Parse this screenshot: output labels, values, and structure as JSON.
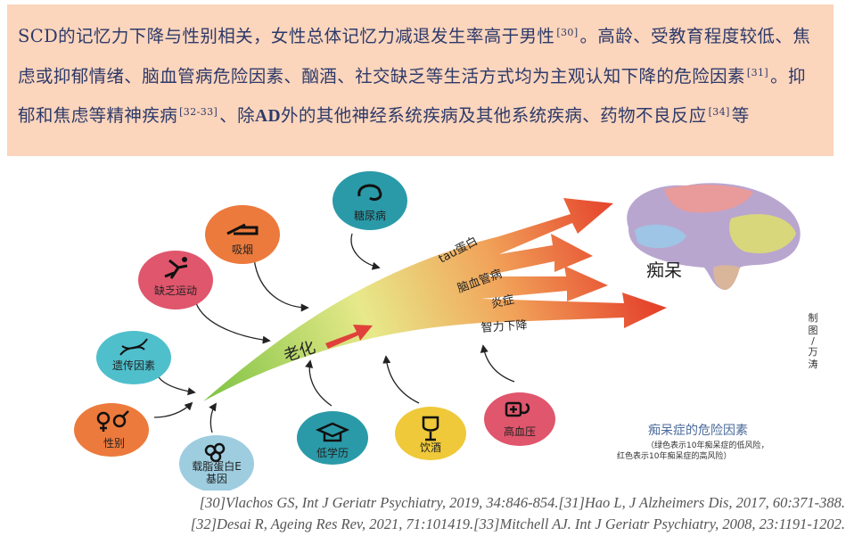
{
  "paragraph": {
    "s1": "SCD的记忆力下降与性别相关，女性总体记忆力减退发生率高于男性",
    "r1": "[30]",
    "s2": "。高龄、受教育程度较低、焦虑或抑郁情绪、脑血管病危险因素、酗酒、社交缺乏等生活方式均为主观认知下降的危险因素",
    "r2": "[31]",
    "s3": "。抑郁和焦虑等精神疾病",
    "r3": "[32-33]",
    "s4": "、除",
    "ad": "AD",
    "s5": "外的其他神经系统疾病及其他系统疾病、药物不良反应",
    "r4": "[34]",
    "s6": "等"
  },
  "diagram": {
    "center_label": "老化",
    "factors": [
      {
        "label": "糖尿病",
        "icon": "kidney-icon",
        "color": "#2a9aa8"
      },
      {
        "label": "吸烟",
        "icon": "cigarette-icon",
        "color": "#ec7a3c"
      },
      {
        "label": "缺乏运动",
        "icon": "running-person-icon",
        "color": "#e0566c"
      },
      {
        "label": "遗传因素",
        "icon": "dna-icon",
        "color": "#4fbfcc"
      },
      {
        "label": "性别",
        "icon": "gender-icon",
        "color": "#ec7a3c"
      },
      {
        "label": "载脂蛋白E",
        "label2": "基因",
        "icon": "molecule-icon",
        "color": "#9ecde0"
      },
      {
        "label": "低学历",
        "icon": "graduation-cap-icon",
        "color": "#2a9aa8"
      },
      {
        "label": "饮酒",
        "icon": "wine-glass-icon",
        "color": "#efc93a"
      },
      {
        "label": "高血压",
        "icon": "blood-pressure-icon",
        "color": "#e0566c"
      }
    ],
    "branches": [
      "tau蛋白",
      "脑血管病",
      "炎症",
      "智力下降"
    ],
    "outcome": "痴呆",
    "credit": [
      "制",
      "图",
      "/",
      "万",
      "涛"
    ],
    "legend_title": "痴呆症的危险因素",
    "legend_note1": "（绿色表示10年痴呆症的低风险，",
    "legend_note2": "红色表示10年痴呆症的高风险）"
  },
  "references": {
    "line1": "[30]Vlachos GS, Int J Geriatr Psychiatry, 2019, 34:846-854.[31]Hao L, J Alzheimers Dis, 2017, 60:371-388.",
    "line2": "[32]Desai R, Ageing Res Rev, 2021, 71:101419.[33]Mitchell AJ. Int J Geriatr Psychiatry, 2008, 23:1191-1202."
  }
}
